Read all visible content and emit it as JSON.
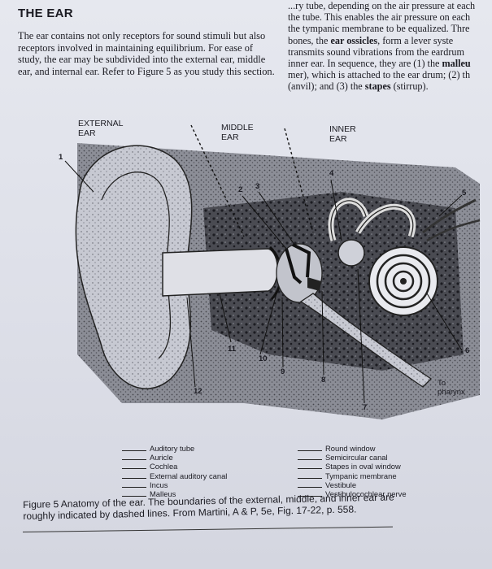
{
  "left_column": {
    "title": "THE EAR",
    "intro": "The ear contains not only receptors for sound stimuli but also receptors involved in maintaining equilibrium. For ease of study, the ear may be subdivided into the external ear, middle ear, and internal ear. Refer to Figure 5 as you study this section."
  },
  "right_column": {
    "line1": "...ry tube, depending on the air pressure at each",
    "line2": "the tube. This enables the air pressure on each",
    "line3": "the tympanic membrane to be equalized. Thre",
    "line4_a": "bones, the ",
    "line4_b": "ear ossicles",
    "line4_c": ", form a lever syste",
    "line5": "transmits sound vibrations from the eardrum",
    "line6_a": "inner ear. In sequence, they are (1) the ",
    "line6_b": "malleu",
    "line7": "mer), which is attached to the ear drum; (2) th",
    "line8_a": "(anvil); and (3) the ",
    "line8_b": "stapes",
    "line8_c": " (stirrup)."
  },
  "figure": {
    "region_labels": {
      "external": "EXTERNAL\nEAR",
      "middle": "MIDDLE\nEAR",
      "inner": "INNER\nEAR"
    },
    "numbers": [
      "1",
      "2",
      "3",
      "4",
      "5",
      "6",
      "7",
      "8",
      "9",
      "10",
      "11",
      "12"
    ],
    "side_note": "To\npharynx"
  },
  "terms_left": [
    "Auditory tube",
    "Auricle",
    "Cochlea",
    "External auditory canal",
    "Incus",
    "Malleus"
  ],
  "terms_right": [
    "Round window",
    "Semicircular canal",
    "Stapes in oval window",
    "Tympanic membrane",
    "Vestibule",
    "Vestibulocochlear nerve"
  ],
  "caption": "Figure 5 Anatomy of the ear. The boundaries of the external, middle, and inner ear are roughly indicated by dashed lines. From Martini, A & P, 5e, Fig. 17-22, p. 558."
}
